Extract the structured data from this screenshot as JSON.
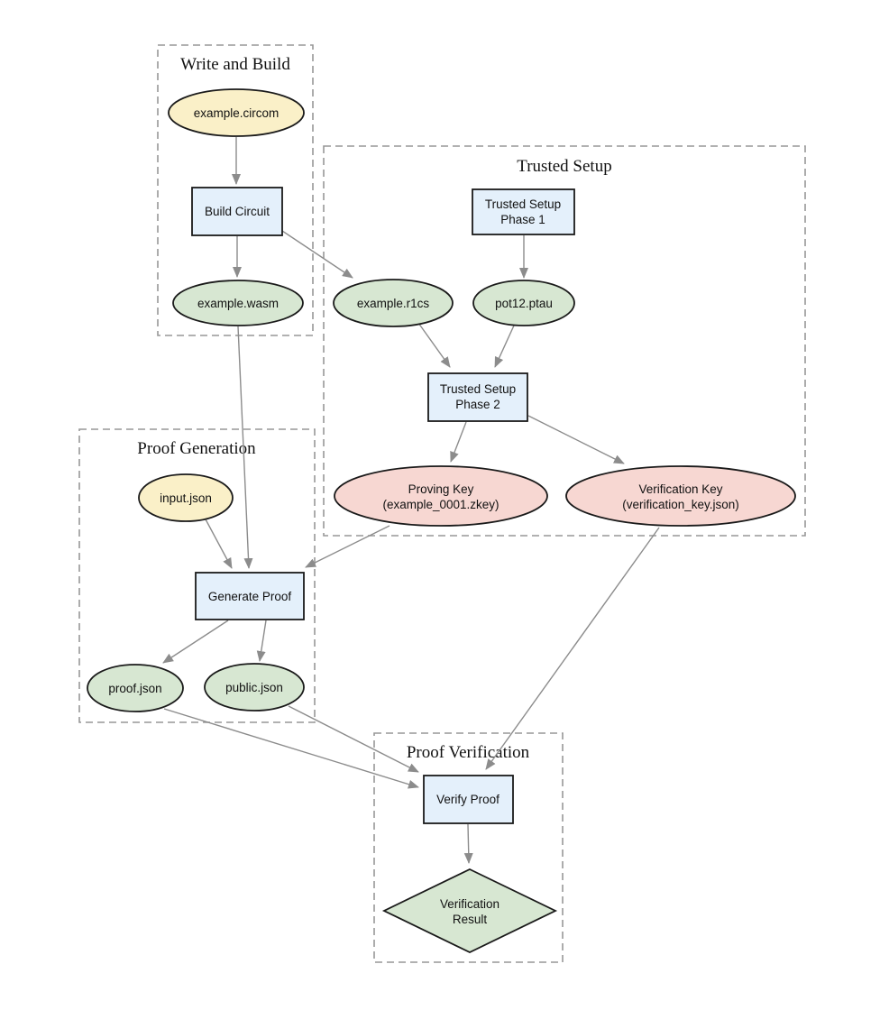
{
  "diagram": {
    "clusters": {
      "write_build": {
        "title": "Write and Build"
      },
      "trusted_setup": {
        "title": "Trusted Setup"
      },
      "proof_generation": {
        "title": "Proof Generation"
      },
      "proof_verification": {
        "title": "Proof Verification"
      }
    },
    "nodes": {
      "example_circom": {
        "label": "example.circom",
        "type": "source-file"
      },
      "build_circuit": {
        "label": "Build Circuit",
        "type": "process"
      },
      "example_wasm": {
        "label": "example.wasm",
        "type": "artifact"
      },
      "trusted_setup_phase1": {
        "line1": "Trusted Setup",
        "line2": "Phase 1",
        "type": "process"
      },
      "example_r1cs": {
        "label": "example.r1cs",
        "type": "artifact"
      },
      "pot12_ptau": {
        "label": "pot12.ptau",
        "type": "artifact"
      },
      "trusted_setup_phase2": {
        "line1": "Trusted Setup",
        "line2": "Phase 2",
        "type": "process"
      },
      "proving_key": {
        "line1": "Proving Key",
        "line2": "(example_0001.zkey)",
        "type": "key"
      },
      "verification_key": {
        "line1": "Verification Key",
        "line2": "(verification_key.json)",
        "type": "key"
      },
      "input_json": {
        "label": "input.json",
        "type": "source-file"
      },
      "generate_proof": {
        "label": "Generate Proof",
        "type": "process"
      },
      "proof_json": {
        "label": "proof.json",
        "type": "artifact"
      },
      "public_json": {
        "label": "public.json",
        "type": "artifact"
      },
      "verify_proof": {
        "label": "Verify Proof",
        "type": "process"
      },
      "verification_result": {
        "line1": "Verification",
        "line2": "Result",
        "type": "result"
      }
    },
    "edges": [
      {
        "from": "example.circom",
        "to": "Build Circuit"
      },
      {
        "from": "Build Circuit",
        "to": "example.wasm"
      },
      {
        "from": "Build Circuit",
        "to": "example.r1cs"
      },
      {
        "from": "Trusted Setup Phase 1",
        "to": "pot12.ptau"
      },
      {
        "from": "example.r1cs",
        "to": "Trusted Setup Phase 2"
      },
      {
        "from": "pot12.ptau",
        "to": "Trusted Setup Phase 2"
      },
      {
        "from": "Trusted Setup Phase 2",
        "to": "Proving Key (example_0001.zkey)"
      },
      {
        "from": "Trusted Setup Phase 2",
        "to": "Verification Key (verification_key.json)"
      },
      {
        "from": "example.wasm",
        "to": "Generate Proof"
      },
      {
        "from": "input.json",
        "to": "Generate Proof"
      },
      {
        "from": "Proving Key (example_0001.zkey)",
        "to": "Generate Proof"
      },
      {
        "from": "Generate Proof",
        "to": "proof.json"
      },
      {
        "from": "Generate Proof",
        "to": "public.json"
      },
      {
        "from": "proof.json",
        "to": "Verify Proof"
      },
      {
        "from": "public.json",
        "to": "Verify Proof"
      },
      {
        "from": "Verification Key (verification_key.json)",
        "to": "Verify Proof"
      },
      {
        "from": "Verify Proof",
        "to": "Verification Result"
      }
    ],
    "colors": {
      "source_file_fill": "#FAF0C8",
      "artifact_fill": "#D7E7D2",
      "key_fill": "#F7D7D2",
      "process_fill": "#E4F0FB",
      "result_fill": "#D7E7D2",
      "node_border": "#1A1A1A",
      "edge": "#8C8C8C",
      "cluster_border": "#979797",
      "background": "#FFFFFF"
    }
  }
}
